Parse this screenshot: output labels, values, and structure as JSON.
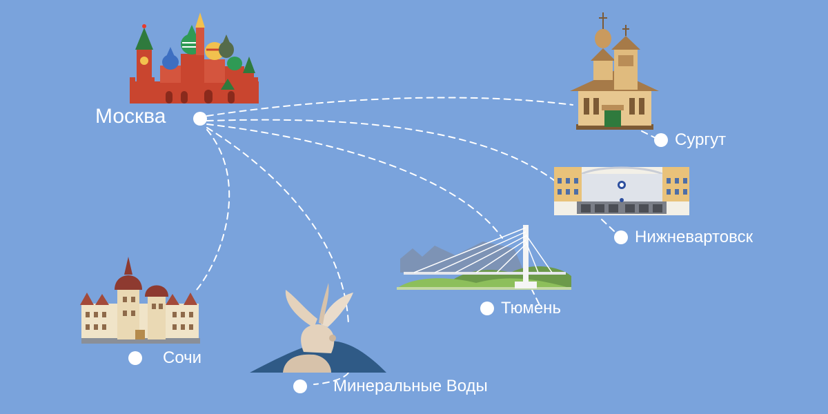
{
  "colors": {
    "background": "#7aa3dc",
    "route": "#ffffff",
    "dot": "#ffffff",
    "label": "#ffffff"
  },
  "cities": {
    "moscow": {
      "name": "Москва",
      "landmark": "kremlin-icon"
    },
    "surgut": {
      "name": "Сургут",
      "landmark": "wooden-church-icon"
    },
    "nizhnevartovsk": {
      "name": "Нижневартовск",
      "landmark": "station-building-icon"
    },
    "tyumen": {
      "name": "Тюмень",
      "landmark": "bridge-icon"
    },
    "sochi": {
      "name": "Сочи",
      "landmark": "castle-hotel-icon"
    },
    "mineralnye_vody": {
      "name": "Минеральные Воды",
      "landmark": "eagle-statue-icon"
    }
  }
}
